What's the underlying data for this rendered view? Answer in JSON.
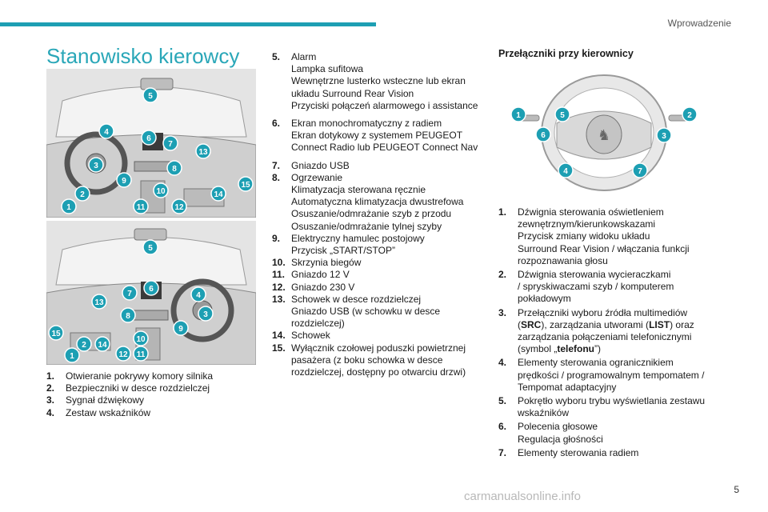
{
  "header": {
    "section": "Wprowadzenie",
    "accent_color": "#1d9fb3"
  },
  "page_title": "Stanowisko kierowcy",
  "page_number": "5",
  "watermark": "carmanualsonline.info",
  "figure1_callouts": [
    "5",
    "4",
    "6",
    "7",
    "13",
    "3",
    "8",
    "9",
    "10",
    "15",
    "14",
    "2",
    "1",
    "11",
    "12"
  ],
  "figure2_callouts": [
    "5",
    "6",
    "7",
    "4",
    "13",
    "3",
    "8",
    "9",
    "15",
    "10",
    "1",
    "2",
    "14",
    "12",
    "11"
  ],
  "list_left": [
    {
      "num": "1.",
      "lines": [
        "Otwieranie pokrywy komory silnika"
      ]
    },
    {
      "num": "2.",
      "lines": [
        "Bezpieczniki w desce rozdzielczej"
      ]
    },
    {
      "num": "3.",
      "lines": [
        "Sygnał dźwiękowy"
      ]
    },
    {
      "num": "4.",
      "lines": [
        "Zestaw wskaźników"
      ]
    }
  ],
  "list_middle": [
    {
      "num": "5.",
      "lines": [
        "Alarm",
        "Lampka sufitowa",
        "Wewnętrzne lusterko wsteczne lub ekran",
        "układu Surround Rear Vision",
        "Przyciski połączeń alarmowego i assistance"
      ]
    },
    {
      "num": "6.",
      "lines": [
        "Ekran monochromatyczny z radiem",
        "Ekran dotykowy z systemem PEUGEOT",
        "Connect Radio lub PEUGEOT Connect Nav"
      ]
    },
    {
      "num": "7.",
      "lines": [
        "Gniazdo USB"
      ]
    },
    {
      "num": "8.",
      "lines": [
        "Ogrzewanie",
        "Klimatyzacja sterowana ręcznie",
        "Automatyczna klimatyzacja dwustrefowa",
        "Osuszanie/odmrażanie szyb z przodu",
        "Osuszanie/odmrażanie tylnej szyby"
      ]
    },
    {
      "num": "9.",
      "lines": [
        "Elektryczny hamulec postojowy",
        "Przycisk „START/STOP”"
      ]
    },
    {
      "num": "10.",
      "lines": [
        "Skrzynia biegów"
      ]
    },
    {
      "num": "11.",
      "lines": [
        "Gniazdo 12 V"
      ]
    },
    {
      "num": "12.",
      "lines": [
        "Gniazdo 230 V"
      ]
    },
    {
      "num": "13.",
      "lines": [
        "Schowek w desce rozdzielczej",
        "Gniazdo USB (w schowku w desce",
        "rozdzielczej)"
      ]
    },
    {
      "num": "14.",
      "lines": [
        "Schowek"
      ]
    },
    {
      "num": "15.",
      "lines": [
        "Wyłącznik czołowej poduszki powietrznej",
        "pasażera (z boku schowka w desce",
        "rozdzielczej, dostępny po otwarciu drzwi)"
      ]
    }
  ],
  "wheel_section_title": "Przełączniki przy kierownicy",
  "wheel_callouts": [
    "1",
    "5",
    "2",
    "6",
    "3",
    "4",
    "7"
  ],
  "list_right": [
    {
      "num": "1.",
      "lines": [
        "Dźwignia sterowania oświetleniem",
        "zewnętrznym/kierunkowskazami",
        "Przycisk zmiany widoku układu",
        "Surround Rear Vision / włączania funkcji",
        "rozpoznawania głosu"
      ]
    },
    {
      "num": "2.",
      "lines": [
        "Dźwignia sterowania wycieraczkami",
        "/ spryskiwaczami szyb / komputerem",
        "pokładowym"
      ]
    },
    {
      "num": "3.",
      "lines": [
        "Przełączniki wyboru źródła multimediów",
        "(SRC), zarządzania utworami (LIST) oraz",
        "zarządzania połączeniami telefonicznymi",
        "(symbol „telefonu”)"
      ]
    },
    {
      "num": "4.",
      "lines": [
        "Elementy sterowania ogranicznikiem",
        "prędkości / programowalnym tempomatem /",
        "Tempomat adaptacyjny"
      ]
    },
    {
      "num": "5.",
      "lines": [
        "Pokrętło wyboru trybu wyświetlania zestawu",
        "wskaźników"
      ]
    },
    {
      "num": "6.",
      "lines": [
        "Polecenia głosowe",
        "Regulacja głośności"
      ]
    },
    {
      "num": "7.",
      "lines": [
        "Elementy sterowania radiem"
      ]
    }
  ]
}
